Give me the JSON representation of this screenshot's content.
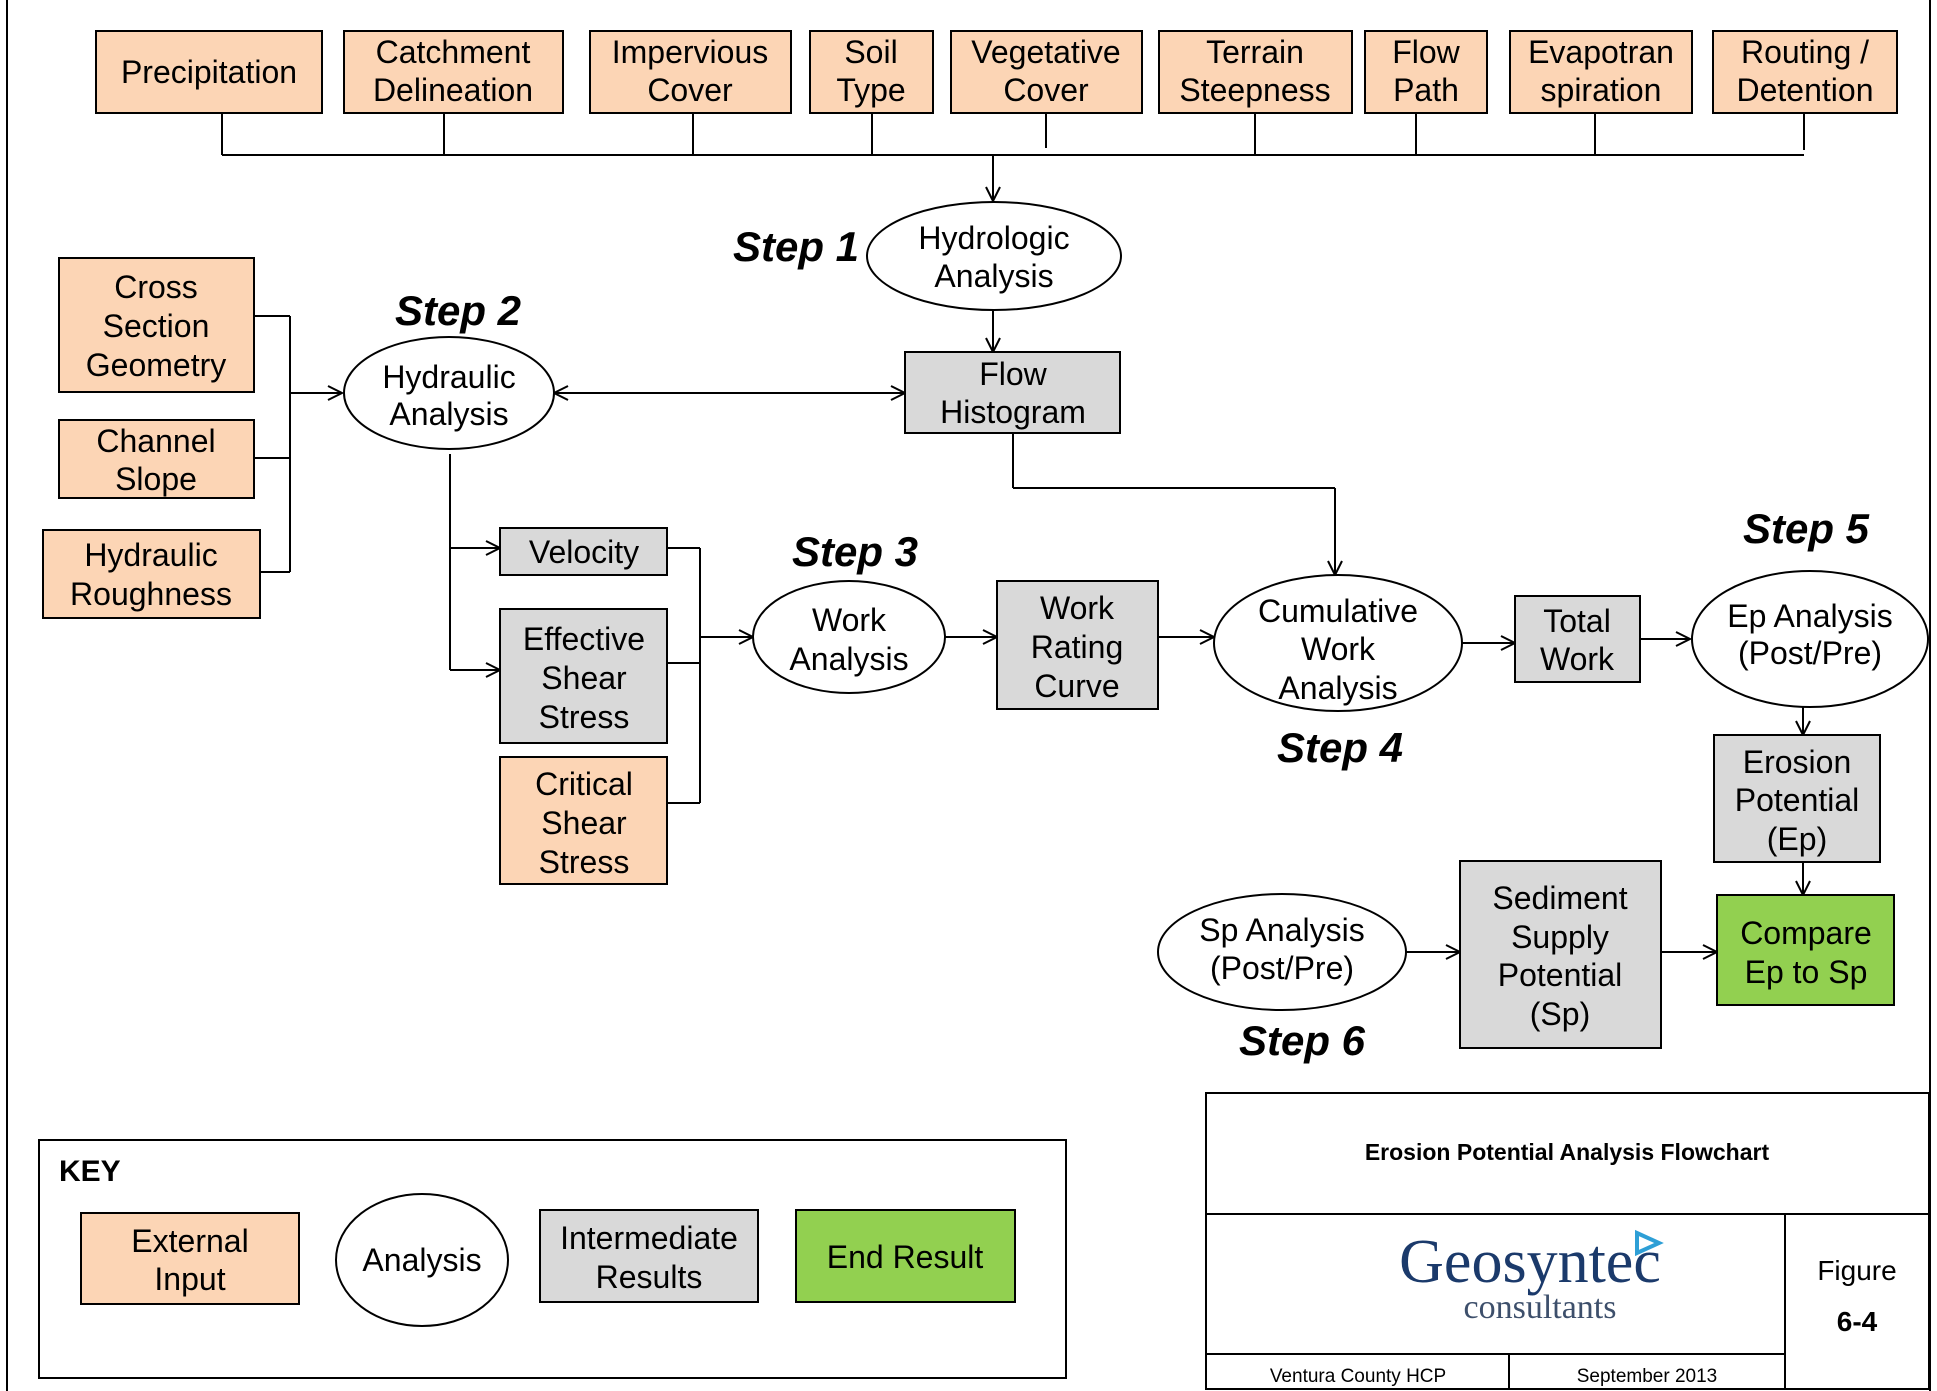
{
  "colors": {
    "external_input": "#fcd5b5",
    "intermediate": "#d9d9d9",
    "end_result": "#92d050",
    "analysis": "#ffffff",
    "logo": "#1b3a6b",
    "logo_triangle": "#2e9fd6"
  },
  "inputs_top": [
    {
      "lines": [
        "Precipitation"
      ]
    },
    {
      "lines": [
        "Catchment",
        "Delineation"
      ]
    },
    {
      "lines": [
        "Impervious",
        "Cover"
      ]
    },
    {
      "lines": [
        "Soil",
        "Type"
      ]
    },
    {
      "lines": [
        "Vegetative",
        "Cover"
      ]
    },
    {
      "lines": [
        "Terrain",
        "Steepness"
      ]
    },
    {
      "lines": [
        "Flow",
        "Path"
      ]
    },
    {
      "lines": [
        "Evapotran",
        "spiration"
      ]
    },
    {
      "lines": [
        "Routing /",
        "Detention"
      ]
    }
  ],
  "inputs_left": [
    {
      "lines": [
        "Cross",
        "Section",
        "Geometry"
      ]
    },
    {
      "lines": [
        "Channel",
        "Slope"
      ]
    },
    {
      "lines": [
        "Hydraulic",
        "Roughness"
      ]
    }
  ],
  "analyses": {
    "hydrologic": [
      "Hydrologic",
      "Analysis"
    ],
    "hydraulic": [
      "Hydraulic",
      "Analysis"
    ],
    "work": [
      "Work",
      "Analysis"
    ],
    "cumulative": [
      "Cumulative",
      "Work",
      "Analysis"
    ],
    "ep": [
      "Ep Analysis",
      "(Post/Pre)"
    ],
    "sp": [
      "Sp Analysis",
      "(Post/Pre)"
    ]
  },
  "results": {
    "flow_histogram": [
      "Flow",
      "Histogram"
    ],
    "velocity": [
      "Velocity"
    ],
    "effective_shear": [
      "Effective",
      "Shear",
      "Stress"
    ],
    "critical_shear": [
      "Critical",
      "Shear",
      "Stress"
    ],
    "work_rating": [
      "Work",
      "Rating",
      "Curve"
    ],
    "total_work": [
      "Total",
      "Work"
    ],
    "erosion_potential": [
      "Erosion",
      "Potential",
      "(Ep)"
    ],
    "sediment_supply": [
      "Sediment",
      "Supply",
      "Potential",
      "(Sp)"
    ],
    "compare": [
      "Compare",
      "Ep to Sp"
    ]
  },
  "steps": {
    "step1": "Step 1",
    "step2": "Step 2",
    "step3": "Step 3",
    "step4": "Step 4",
    "step5": "Step 5",
    "step6": "Step 6"
  },
  "key": {
    "title": "KEY",
    "external": [
      "External",
      "Input"
    ],
    "analysis": [
      "Analysis"
    ],
    "intermediate": [
      "Intermediate",
      "Results"
    ],
    "end": [
      "End Result"
    ]
  },
  "title_block": {
    "title": "Erosion Potential Analysis Flowchart",
    "logo_main": "Geosyntec",
    "logo_sub": "consultants",
    "figure_label": "Figure",
    "figure_number": "6-4",
    "project": "Ventura County HCP",
    "date": "September 2013"
  }
}
